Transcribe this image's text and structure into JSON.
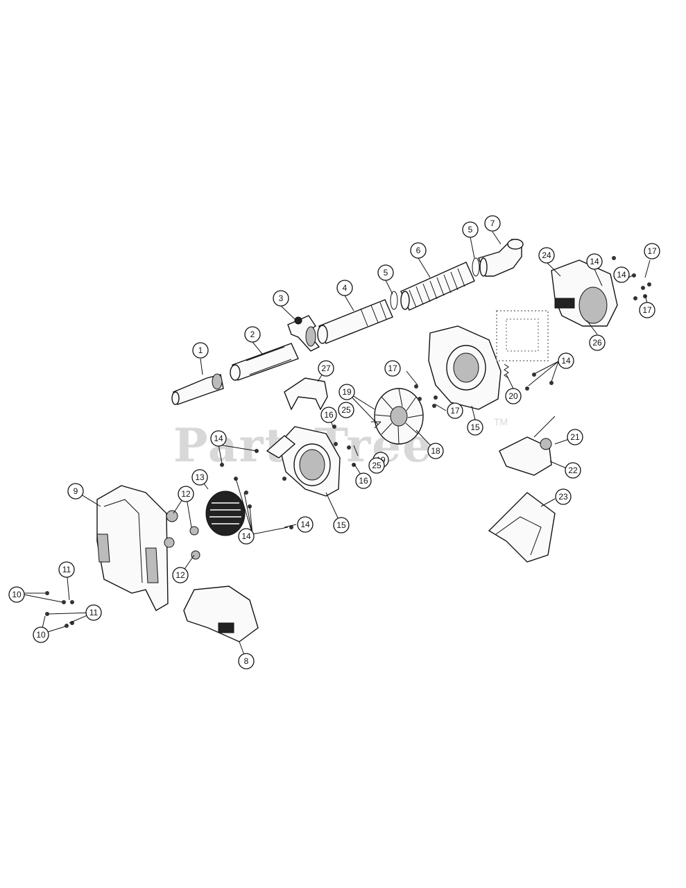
{
  "watermark": {
    "brand": "PartsTree",
    "tm": "TM"
  },
  "callouts": [
    "1",
    "2",
    "3",
    "4",
    "5",
    "5",
    "6",
    "7",
    "8",
    "9",
    "10",
    "10",
    "11",
    "11",
    "12",
    "12",
    "13",
    "14",
    "14",
    "14",
    "14",
    "14",
    "14",
    "15",
    "15",
    "16",
    "16",
    "17",
    "17",
    "17",
    "17",
    "18",
    "19",
    "19",
    "20",
    "21",
    "22",
    "23",
    "24",
    "25",
    "25",
    "26",
    "27"
  ]
}
